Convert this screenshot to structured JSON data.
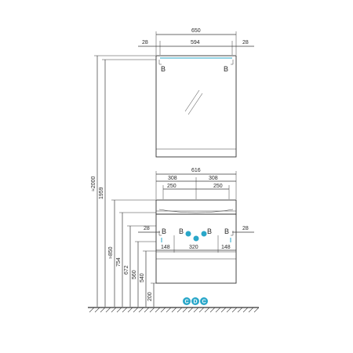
{
  "mirror": {
    "width_total": "650",
    "width_inner": "594",
    "offset_left": "28",
    "offset_right": "28",
    "bracket_label_left": "B",
    "bracket_label_right": "B"
  },
  "vanity": {
    "width_total": "616",
    "half_left": "308",
    "half_right": "308",
    "inner_left": "250",
    "inner_right": "250",
    "offset_left": "28",
    "offset_right": "28",
    "bracket_spacing": "320",
    "side_left": "148",
    "side_right": "148",
    "bracket_labels": [
      "B",
      "B",
      "B",
      "B"
    ],
    "marker_left": "B",
    "marker_right": "B"
  },
  "heights": {
    "overall": "≈2000",
    "mirror_top": "1959",
    "basin_top": "≈850",
    "h754": "754",
    "h672": "672",
    "h560": "560",
    "h540": "540",
    "h200": "200"
  },
  "connections": {
    "left": "C",
    "center": "D",
    "right": "C"
  },
  "colors": {
    "line": "#333333",
    "accent": "#2aa7c9"
  }
}
